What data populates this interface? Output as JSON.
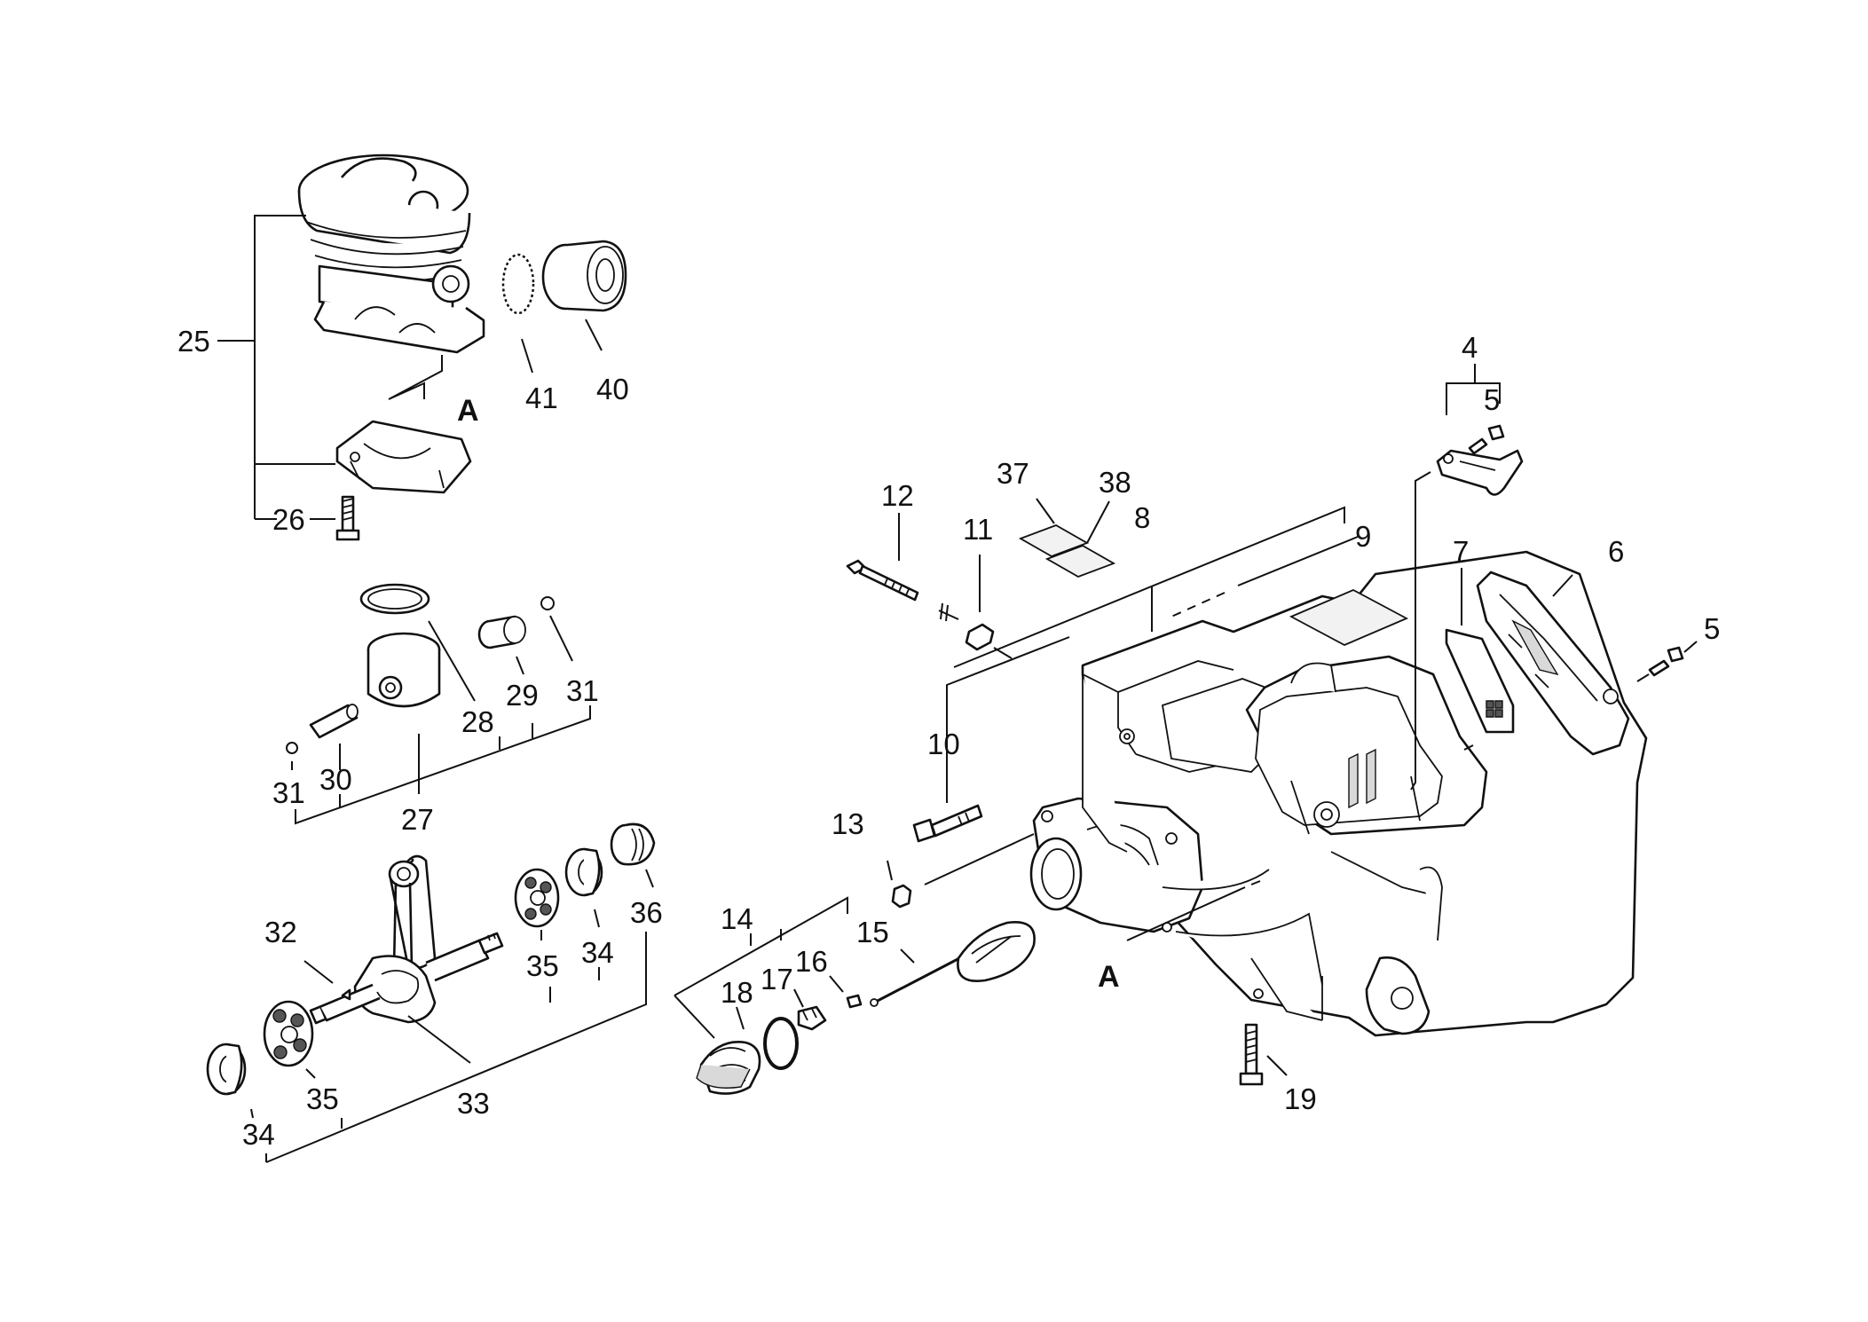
{
  "labels": {
    "l4": "4",
    "l5a": "5",
    "l5b": "5",
    "l6": "6",
    "l7": "7",
    "l8": "8",
    "l9": "9",
    "l10": "10",
    "l11": "11",
    "l12": "12",
    "l13": "13",
    "l14": "14",
    "l15": "15",
    "l16": "16",
    "l17": "17",
    "l18": "18",
    "l19": "19",
    "l25": "25",
    "l26": "26",
    "l27": "27",
    "l28": "28",
    "l29": "29",
    "l30": "30",
    "l31a": "31",
    "l31b": "31",
    "l32": "32",
    "l33": "33",
    "l34a": "34",
    "l34b": "34",
    "l35a": "35",
    "l35b": "35",
    "l36": "36",
    "l37": "37",
    "l38": "38",
    "l40": "40",
    "l41": "41",
    "refA1": "A",
    "refA2": "A"
  }
}
